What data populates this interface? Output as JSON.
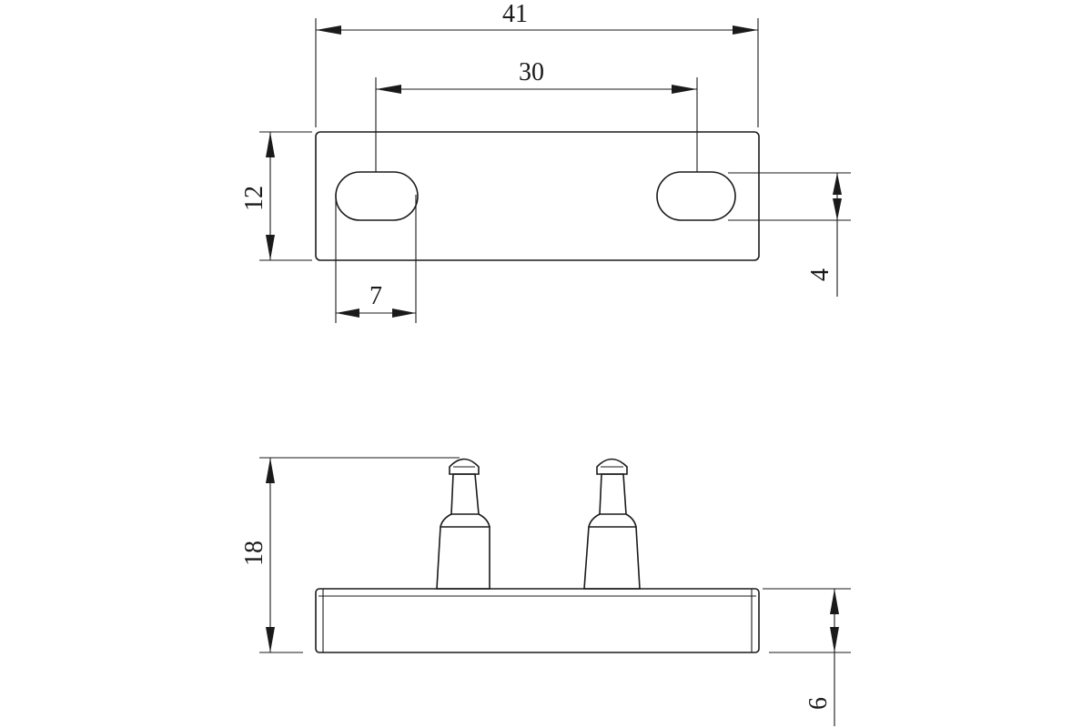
{
  "dimensions": {
    "top_view": {
      "overall_length": "41",
      "hole_spacing": "30",
      "height": "12",
      "slot_length": "7",
      "slot_width": "4"
    },
    "side_view": {
      "total_height": "18",
      "base_thickness": "6"
    }
  },
  "colors": {
    "line": "#1a1a1a",
    "background": "#ffffff"
  }
}
